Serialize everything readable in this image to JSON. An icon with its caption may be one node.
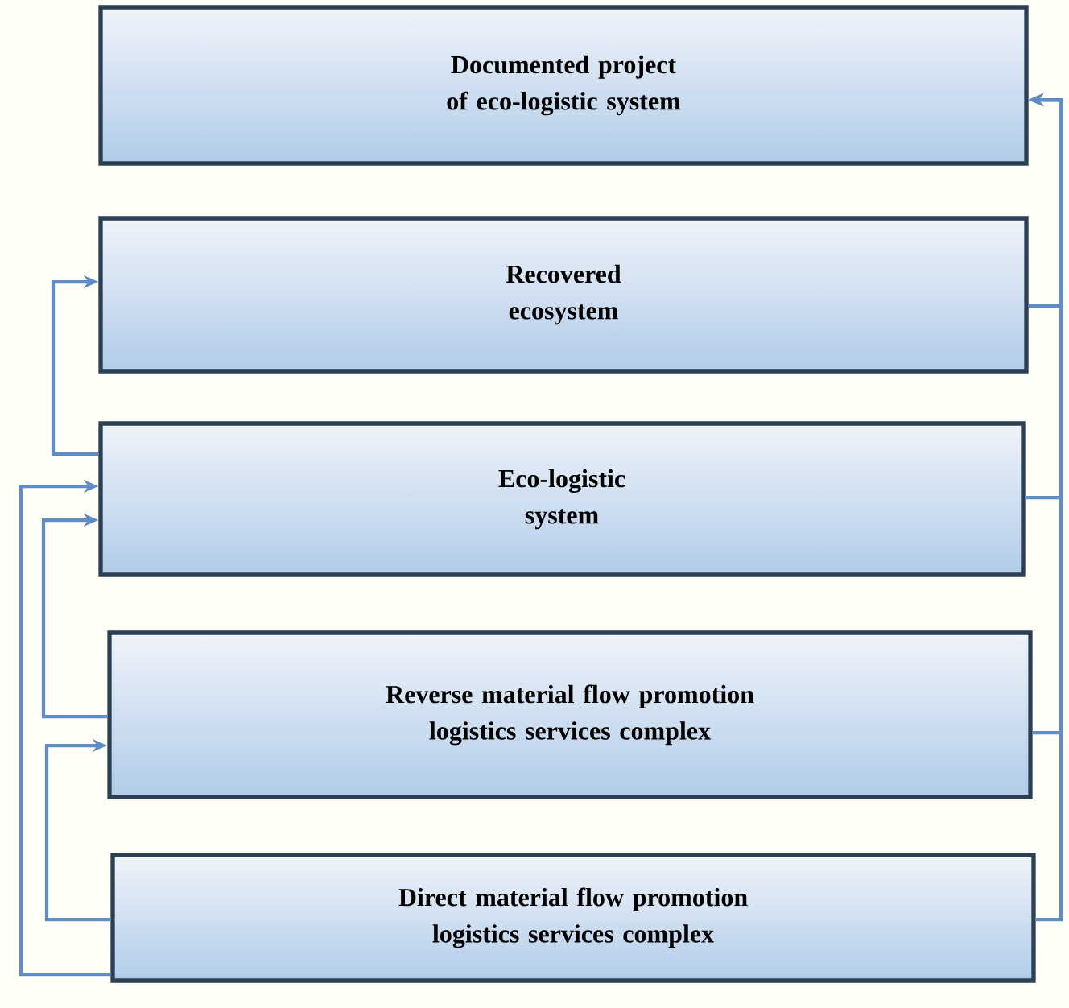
{
  "diagram": {
    "nodes": [
      {
        "text": [
          "Documented project of eco-logistic system"
        ]
      },
      {
        "text": [
          "Recovered ecosystem"
        ]
      },
      {
        "text": [
          "Eco-logistic system"
        ]
      },
      {
        "text": [
          "Reverse material flow promotion logistics services complex"
        ]
      },
      {
        "text": [
          "Direct material flow promotion logistics services complex"
        ]
      }
    ],
    "edges": [
      {
        "from": 1,
        "to": 0,
        "arrow": "to"
      },
      {
        "from": 2,
        "to": 0,
        "arrow": "to"
      },
      {
        "from": 3,
        "to": 0,
        "arrow": "to"
      },
      {
        "from": 4,
        "to": 0,
        "arrow": "to"
      },
      {
        "from": 2,
        "to": 1,
        "arrow": "to"
      },
      {
        "from": 4,
        "to": 2,
        "arrow": "to"
      },
      {
        "from": 3,
        "to": 2,
        "arrow": "to"
      },
      {
        "from": 4,
        "to": 3,
        "arrow": "to"
      }
    ]
  }
}
